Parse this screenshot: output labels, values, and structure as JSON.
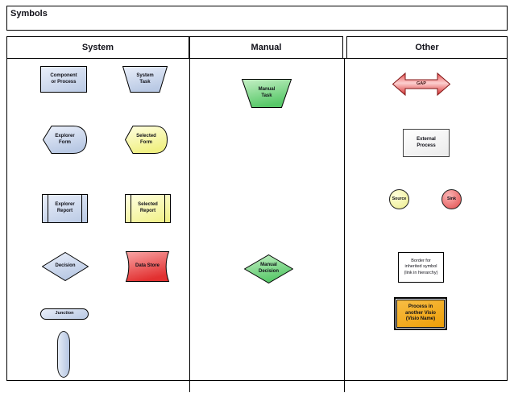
{
  "title": "Symbols",
  "colors": {
    "system_fill": "#c5d2e8",
    "selected_fill": "#f4f48e",
    "manual_fill": "#6fd17f",
    "data_store_fill": "#e84040",
    "gap_fill": "#ef5050",
    "source_fill": "#f3f39c",
    "sink_fill": "#e85555",
    "external_process_fill": "#f4f4f4",
    "visio_process_fill": "#f2a81c",
    "outline": "#000000"
  },
  "columns": [
    {
      "header": "System",
      "shapes": [
        {
          "name": "component-or-process",
          "label": "Component\nor Process"
        },
        {
          "name": "system-task",
          "label": "System\nTask"
        },
        {
          "name": "explorer-form",
          "label": "Explorer\nForm"
        },
        {
          "name": "selected-form",
          "label": "Selected\nForm"
        },
        {
          "name": "explorer-report",
          "label": "Explorer\nReport"
        },
        {
          "name": "selected-report",
          "label": "Selected\nReport"
        },
        {
          "name": "decision",
          "label": "Decision"
        },
        {
          "name": "data-store",
          "label": "Data Store"
        },
        {
          "name": "junction",
          "label": "Junction"
        },
        {
          "name": "connector-bar",
          "label": ""
        }
      ]
    },
    {
      "header": "Manual",
      "shapes": [
        {
          "name": "manual-task",
          "label": "Manual\nTask"
        },
        {
          "name": "manual-decision",
          "label": "Manual\nDecision"
        }
      ]
    },
    {
      "header": "Other",
      "shapes": [
        {
          "name": "gap",
          "label": "GAP"
        },
        {
          "name": "external-process",
          "label": "External\nProcess"
        },
        {
          "name": "source",
          "label": "Source"
        },
        {
          "name": "sink",
          "label": "Sink"
        },
        {
          "name": "inherited-symbol-border",
          "label": "Border for\ninherited symbol\n(link in hierarchy)"
        },
        {
          "name": "process-in-another-visio",
          "label": "Process in\nanother Visio\n(Visio Name)"
        }
      ]
    }
  ]
}
